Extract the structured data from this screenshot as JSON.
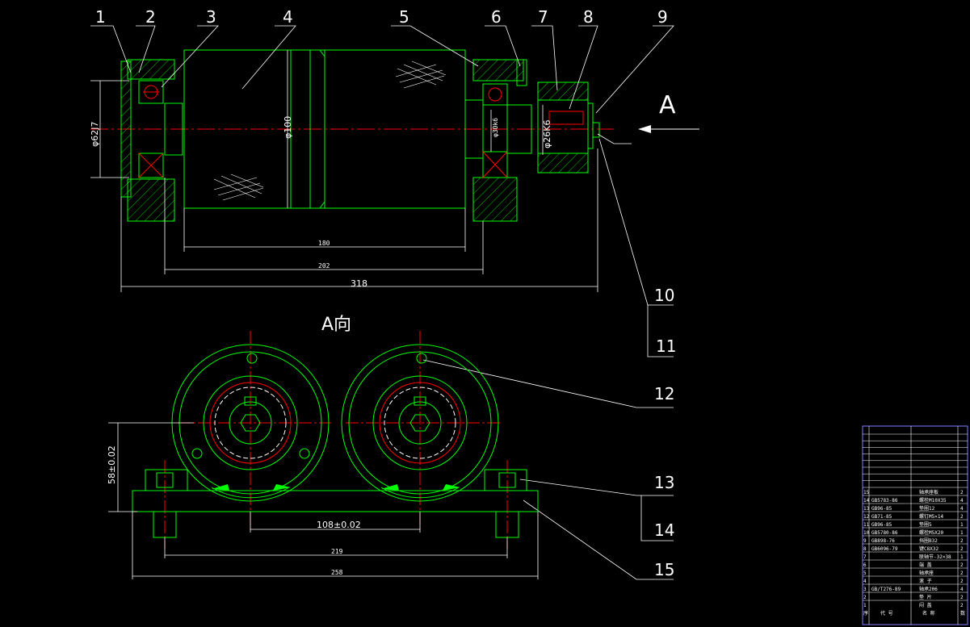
{
  "callouts": [
    "1",
    "2",
    "3",
    "4",
    "5",
    "6",
    "7",
    "8",
    "9",
    "10",
    "11",
    "12",
    "13",
    "14",
    "15"
  ],
  "section_view": {
    "dim_bore": "φ62J7",
    "dim_roller": "φ100",
    "dim_shaft_journal": "φ30k6",
    "dim_coupling": "φ26K6",
    "dim_180": "180",
    "dim_202": "202",
    "dim_318": "318"
  },
  "view_arrow_label": "A",
  "view_a": {
    "title": "A向",
    "dim_height": "58±0.02",
    "dim_center": "108±0.02",
    "dim_219": "219",
    "dim_258": "258"
  },
  "bom": {
    "rows": [
      {
        "no": "15",
        "std": "",
        "name": "轴承座板",
        "qty": "2"
      },
      {
        "no": "14",
        "std": "GB5783-86",
        "name": "螺栓M10X35",
        "qty": "4"
      },
      {
        "no": "13",
        "std": "GB96-85",
        "name": "垫圈12",
        "qty": "4"
      },
      {
        "no": "12",
        "std": "GB71-85",
        "name": "螺钉M5×14",
        "qty": "2"
      },
      {
        "no": "11",
        "std": "GB96-85",
        "name": "垫圈5",
        "qty": "1"
      },
      {
        "no": "10",
        "std": "GB5780-86",
        "name": "螺栓M5X20",
        "qty": "1"
      },
      {
        "no": "9",
        "std": "GB898-76",
        "name": "挡圈B32",
        "qty": "2"
      },
      {
        "no": "8",
        "std": "GB6096-79",
        "name": "键C8X32",
        "qty": "2"
      },
      {
        "no": "7",
        "std": "",
        "name": "联轴节-32×38",
        "qty": "1"
      },
      {
        "no": "6",
        "std": "",
        "name": "端 盖",
        "qty": "2"
      },
      {
        "no": "5",
        "std": "",
        "name": "轴承座",
        "qty": "2"
      },
      {
        "no": "4",
        "std": "",
        "name": "滚 子",
        "qty": "2"
      },
      {
        "no": "3",
        "std": "GB/T276-89",
        "name": "轴承206",
        "qty": "4"
      },
      {
        "no": "2",
        "std": "",
        "name": "垫 片",
        "qty": "2"
      },
      {
        "no": "1",
        "std": "",
        "name": "闷 盖",
        "qty": "2"
      }
    ],
    "header": [
      "序",
      "代 号",
      "名 称",
      "数"
    ]
  },
  "colors": {
    "background": "#000000",
    "outline": "#00ff00",
    "centerline": "#ff0000",
    "dimension": "#ffffff",
    "hatch": "#ffff00",
    "table_frame": "#8080ff",
    "highlight": "#ff00ff"
  }
}
